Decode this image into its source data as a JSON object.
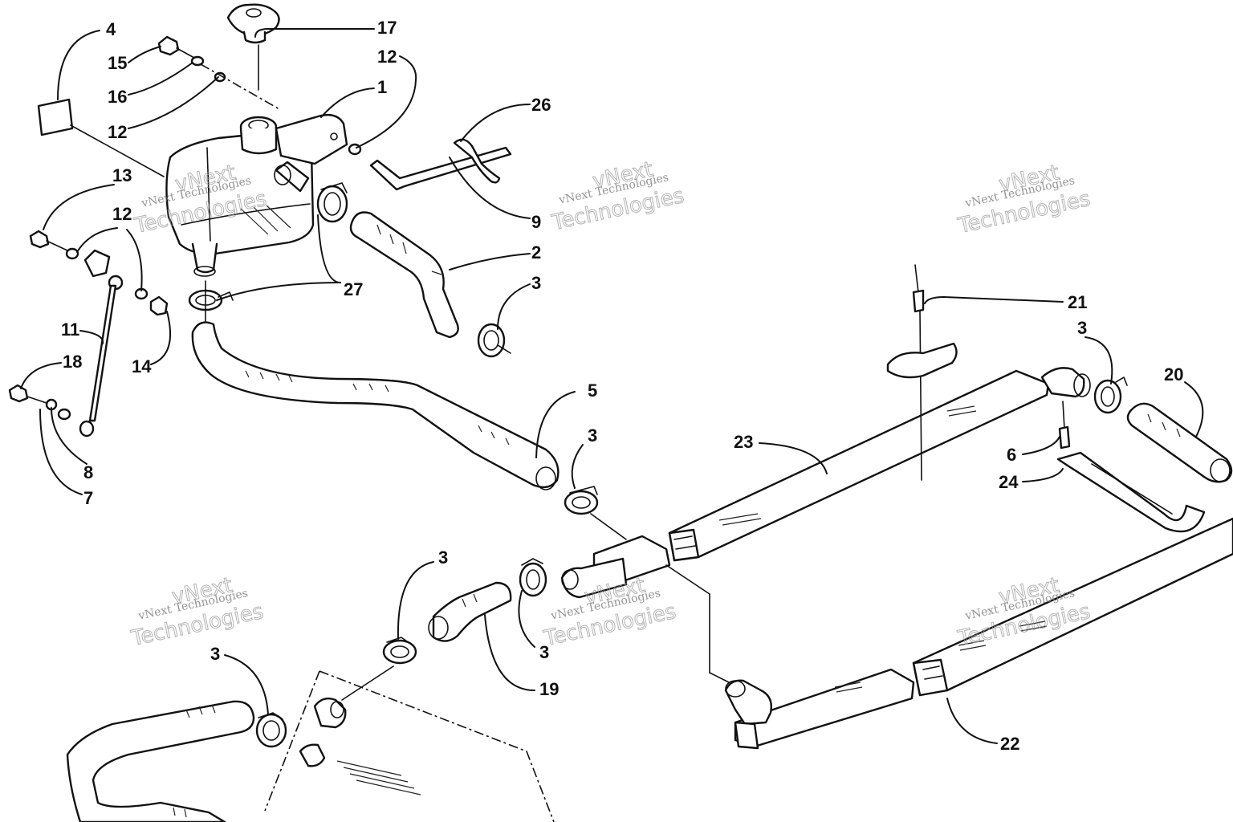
{
  "diagram": {
    "callouts": [
      {
        "id": "c4",
        "label": "4"
      },
      {
        "id": "c15",
        "label": "15"
      },
      {
        "id": "c16",
        "label": "16"
      },
      {
        "id": "c12a",
        "label": "12"
      },
      {
        "id": "c17",
        "label": "17"
      },
      {
        "id": "c12b",
        "label": "12"
      },
      {
        "id": "c1",
        "label": "1"
      },
      {
        "id": "c26",
        "label": "26"
      },
      {
        "id": "c13",
        "label": "13"
      },
      {
        "id": "c12c",
        "label": "12"
      },
      {
        "id": "c9",
        "label": "9"
      },
      {
        "id": "c2",
        "label": "2"
      },
      {
        "id": "c27",
        "label": "27"
      },
      {
        "id": "c3a",
        "label": "3"
      },
      {
        "id": "c11",
        "label": "11"
      },
      {
        "id": "c14",
        "label": "14"
      },
      {
        "id": "c18",
        "label": "18"
      },
      {
        "id": "c21",
        "label": "21"
      },
      {
        "id": "c3b",
        "label": "3"
      },
      {
        "id": "c20",
        "label": "20"
      },
      {
        "id": "c5",
        "label": "5"
      },
      {
        "id": "c3c",
        "label": "3"
      },
      {
        "id": "c23",
        "label": "23"
      },
      {
        "id": "c6",
        "label": "6"
      },
      {
        "id": "c24",
        "label": "24"
      },
      {
        "id": "c8",
        "label": "8"
      },
      {
        "id": "c7",
        "label": "7"
      },
      {
        "id": "c3d",
        "label": "3"
      },
      {
        "id": "c3e",
        "label": "3"
      },
      {
        "id": "c19",
        "label": "19"
      },
      {
        "id": "c3f",
        "label": "3"
      },
      {
        "id": "c22",
        "label": "22"
      }
    ],
    "watermark": {
      "big1": "vNext",
      "big2": "Technologies",
      "small": "vNext Technologies"
    }
  }
}
